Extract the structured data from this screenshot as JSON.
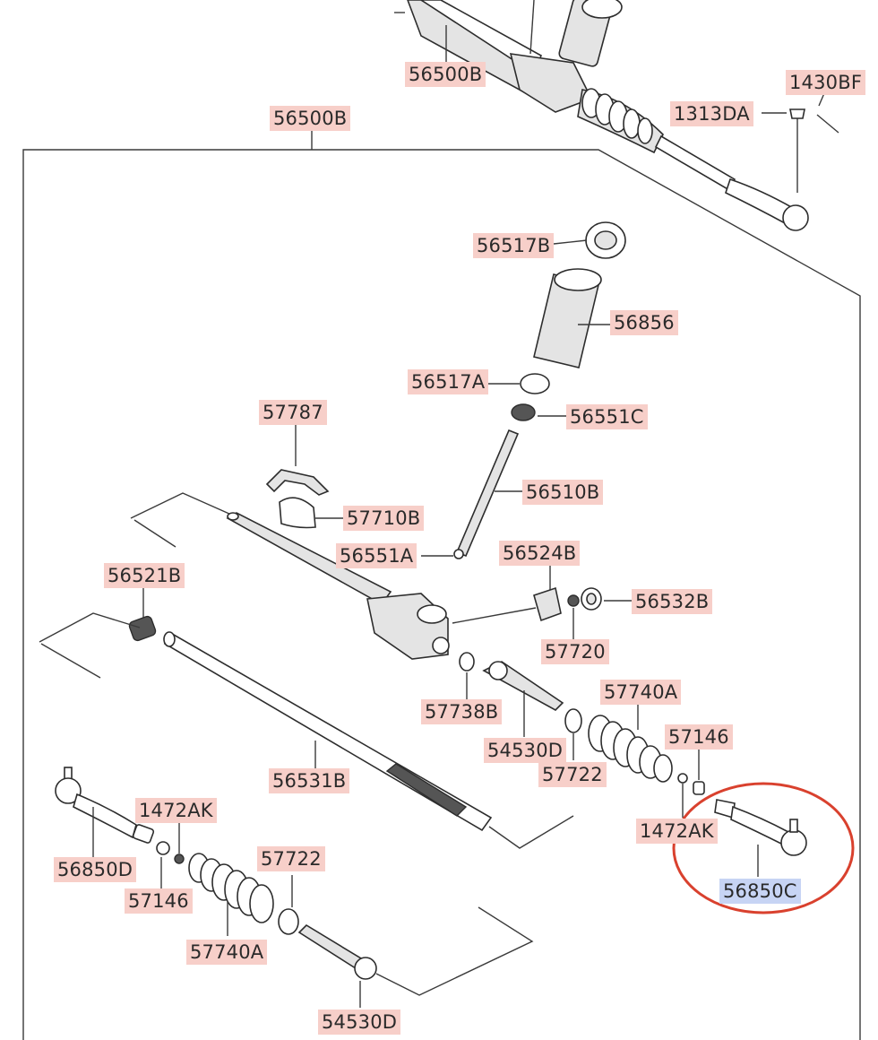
{
  "labels": {
    "top_56500B": "56500B",
    "box_56500B": "56500B",
    "p1430BF": "1430BF",
    "p1313DA": "1313DA",
    "p56517B": "56517B",
    "p56856": "56856",
    "p56517A": "56517A",
    "p56551C": "56551C",
    "p57787": "57787",
    "p56510B": "56510B",
    "p57710B": "57710B",
    "p56551A": "56551A",
    "p56524B": "56524B",
    "p56521B": "56521B",
    "p56532B": "56532B",
    "p57720": "57720",
    "p57740A_r": "57740A",
    "p57738B": "57738B",
    "p57146_r": "57146",
    "p54530D_r": "54530D",
    "p56531B": "56531B",
    "p57722_r": "57722",
    "p1472AK_r": "1472AK",
    "p1472AK_l": "1472AK",
    "p57722_l": "57722",
    "p56850D": "56850D",
    "p56850C": "56850C",
    "p57146_l": "57146",
    "p57740A_l": "57740A",
    "p54530D_l": "54530D"
  },
  "highlight": {
    "part": "56850C",
    "circle_color": "#d9412e",
    "label_color": "#c7d4f4"
  },
  "colors": {
    "label_bg": "#f7cfc9",
    "line": "#2d2d2d"
  }
}
